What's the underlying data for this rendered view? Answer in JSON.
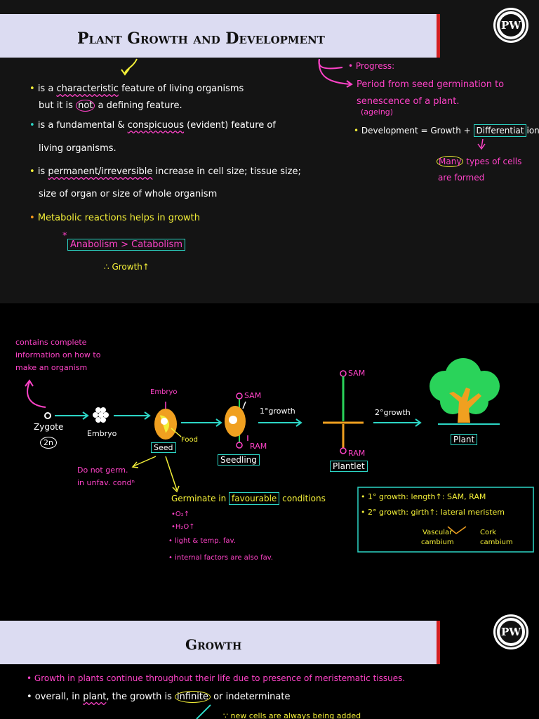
{
  "slide1": {
    "title": "Plant Growth and Development",
    "bullets": [
      {
        "pre": "is a ",
        "emph": "characteristic",
        "post": " feature of living organisms"
      },
      {
        "pre": "but it is ",
        "circ": "not",
        "post": " a defining feature."
      },
      {
        "pre": "is a fundamental & ",
        "emph": "conspicuous",
        "post": " (evident) feature of"
      },
      {
        "text": "living organisms."
      },
      {
        "pre": "is ",
        "emph": "permanent/irreversible",
        "post": " increase in cell size; tissue size;"
      },
      {
        "text": "size of organ or size of whole organism"
      }
    ],
    "metabolic": "Metabolic reactions helps in growth",
    "star": "*",
    "anabolism_box": "Anabolism > Catabolism",
    "therefore": "∴ Growth↑",
    "right": {
      "progress": "Progress:",
      "period_line1": "Period from seed germination to",
      "period_line2": "senescence of a plant.",
      "ageing": "(ageing)",
      "development_pre": "Development = Growth + ",
      "development_boxed": "Differentiat",
      "development_post": "ion.",
      "many": "Many",
      "many_rest": " types of cells",
      "are_formed": "are formed"
    }
  },
  "slide2": {
    "note_lines": [
      "contains complete",
      "information on how to",
      "make an organism"
    ],
    "zygote": "Zygote",
    "two_n": "2n",
    "embryo_label": "Embryo",
    "embryo_top": "Embryo",
    "seed": "Seed",
    "food": "Food",
    "sam1": "SAM",
    "ram1": "RAM",
    "seedling": "Seedling",
    "primary_growth": "1°growth",
    "sam2": "SAM",
    "ram2": "RAM",
    "plantlet": "Plantlet",
    "secondary_growth": "2°growth",
    "plant": "Plant",
    "donot": [
      "Do not germ.",
      "in unfav. condⁿ"
    ],
    "germinate_pre": "Germinate in ",
    "germinate_boxed": "favourable",
    "germinate_post": " conditions",
    "conditions": [
      "•O₂↑",
      "•H₂O↑",
      "• light & temp. fav.",
      "• internal factors are also fav."
    ],
    "box_lines": {
      "l1": "• 1° growth: length↑: SAM, RAM",
      "l2": "• 2° growth: girth↑: lateral meristem",
      "vascular": [
        "Vascular",
        "cambium"
      ],
      "cork": [
        "Cork",
        "cambium"
      ]
    }
  },
  "slide3": {
    "title": "Growth",
    "line1": "• Growth in plants continue throughout their life due to presence of meristematic tissues.",
    "line2_pre": "• overall, in ",
    "line2_plant": "plant",
    "line2_mid": ", the growth is ",
    "line2_circ": "infinite",
    "line2_post": " or indeterminate",
    "line3": "∵ new cells are always being added"
  }
}
